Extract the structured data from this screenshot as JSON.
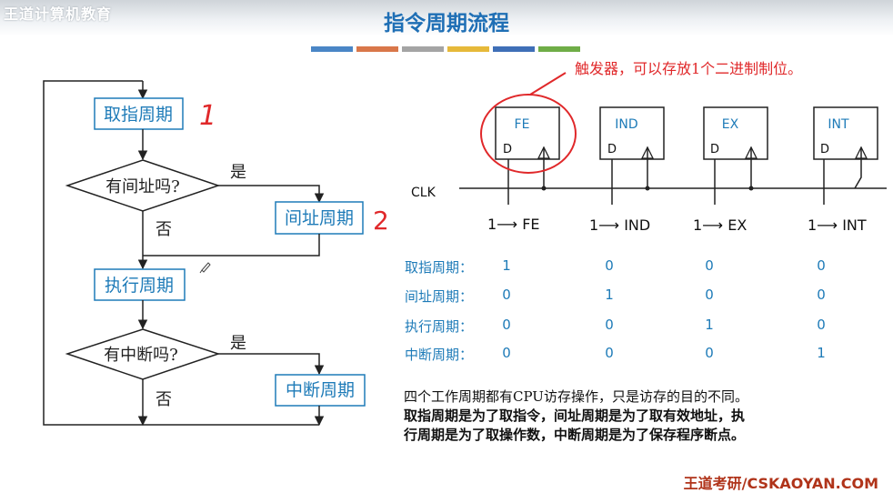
{
  "header": {
    "brand": "王道计算机教育",
    "title": "指令周期流程",
    "color_bars": [
      "#4a86c6",
      "#d9774a",
      "#a4a4a4",
      "#e6b93a",
      "#3f6fb7",
      "#6fad47"
    ]
  },
  "flowchart": {
    "fetch": "取指周期",
    "decision_indirect": "有间址吗?",
    "yes1": "是",
    "no1": "否",
    "indirect": "间址周期",
    "execute": "执行周期",
    "decision_interrupt": "有中断吗?",
    "yes2": "是",
    "no2": "否",
    "interrupt": "中断周期",
    "annotation_1": "1",
    "annotation_2": "2"
  },
  "flipflops": {
    "callout": "触发器，可以存放1个二进制制位。",
    "clk": "CLK",
    "d_label": "D",
    "items": [
      {
        "name": "FE",
        "set": "1⟶ FE"
      },
      {
        "name": "IND",
        "set": "1⟶ IND"
      },
      {
        "name": "EX",
        "set": "1⟶ EX"
      },
      {
        "name": "INT",
        "set": "1⟶ INT"
      }
    ]
  },
  "state_table": [
    {
      "label": "取指周期：",
      "values": [
        "1",
        "0",
        "0",
        "0"
      ]
    },
    {
      "label": "间址周期：",
      "values": [
        "0",
        "1",
        "0",
        "0"
      ]
    },
    {
      "label": "执行周期：",
      "values": [
        "0",
        "0",
        "1",
        "0"
      ]
    },
    {
      "label": "中断周期：",
      "values": [
        "0",
        "0",
        "0",
        "1"
      ]
    }
  ],
  "description": {
    "line1": "四个工作周期都有CPU访存操作，只是访存的目的不同。",
    "line2": "取指周期是为了取指令，间址周期是为了取有效地址，执",
    "line3": "行周期是为了取操作数，中断周期是为了保存程序断点。"
  },
  "footer": "王道考研/CSKAOYAN.COM"
}
